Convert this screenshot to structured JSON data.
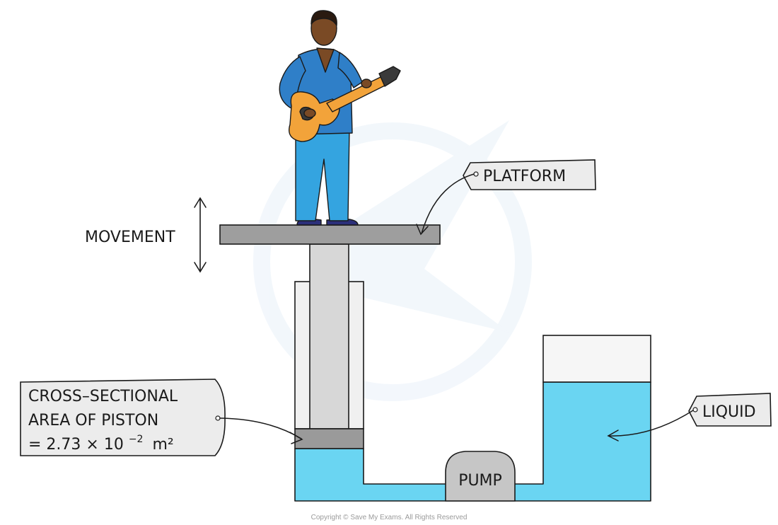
{
  "labels": {
    "movement": "MOVEMENT",
    "platform": "PLATFORM",
    "cross_section_line1": "CROSS–SECTIONAL",
    "cross_section_line2": "AREA OF PISTON",
    "cross_section_line3_prefix": "= 2.73 × 10",
    "cross_section_exponent": "−2",
    "cross_section_unit": "m²",
    "liquid": "LIQUID",
    "pump": "PUMP"
  },
  "footer": {
    "copyright": "Copyright © Save My Exams. All Rights Reserved"
  },
  "colors": {
    "liquid": "#6ad5f2",
    "platform": "#9e9e9e",
    "piston": "#9a9a9a",
    "cylinder_wall": "#f0f0f0",
    "rod": "#d7d7d7",
    "pump": "#c6c6c6",
    "tag_fill": "#ececec",
    "shirt": "#2f7fc8",
    "trousers": "#34a4e0",
    "guitar": "#f2a33a",
    "skin": "#7a4a25",
    "outline": "#1a1a1a"
  },
  "icons": {
    "movement": "double-headed-vertical-arrow-icon",
    "tag_hole": "tag-hole-icon",
    "pointer": "curved-pointer-arrow-icon"
  }
}
